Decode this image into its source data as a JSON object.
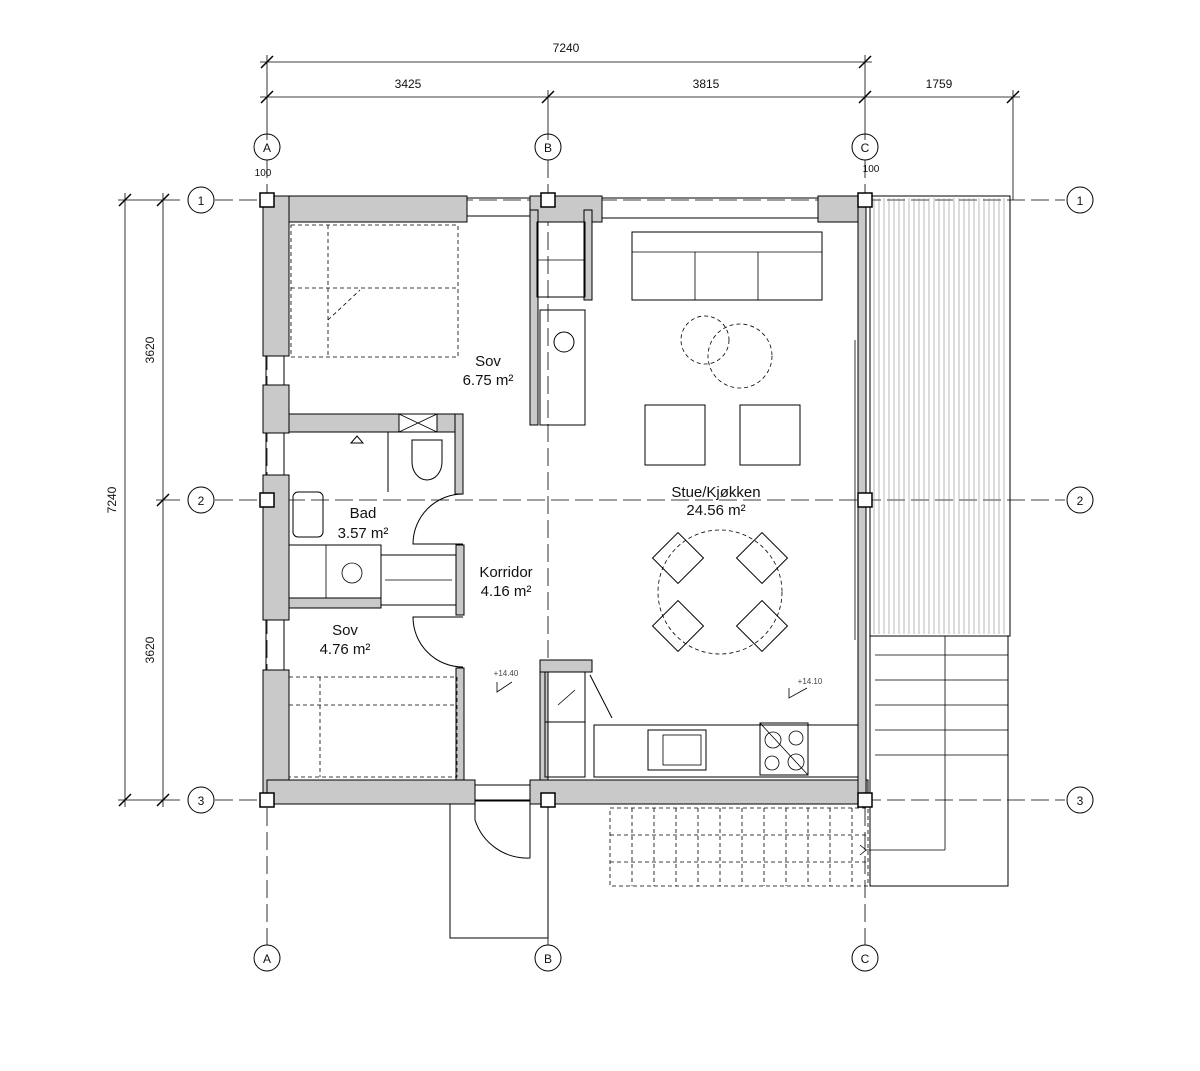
{
  "dimensions": {
    "overall_width": "7240",
    "bay_ab": "3425",
    "bay_bc": "3815",
    "terrace": "1759",
    "overall_height": "7240",
    "bay_12": "3620",
    "bay_23": "3620",
    "offset_a": "100",
    "offset_c": "100"
  },
  "grid_labels": {
    "a": "A",
    "b": "B",
    "c": "C",
    "r1": "1",
    "r2": "2",
    "r3": "3"
  },
  "rooms": {
    "sov1": {
      "name": "Sov",
      "area": "6.75 m²"
    },
    "bad": {
      "name": "Bad",
      "area": "3.57 m²"
    },
    "korridor": {
      "name": "Korridor",
      "area": "4.16 m²"
    },
    "sov2": {
      "name": "Sov",
      "area": "4.76 m²"
    },
    "stue": {
      "name": "Stue/Kjøkken",
      "area": "24.56 m²"
    }
  },
  "levels": {
    "korridor": "+14.40",
    "stue": "+14.10"
  }
}
